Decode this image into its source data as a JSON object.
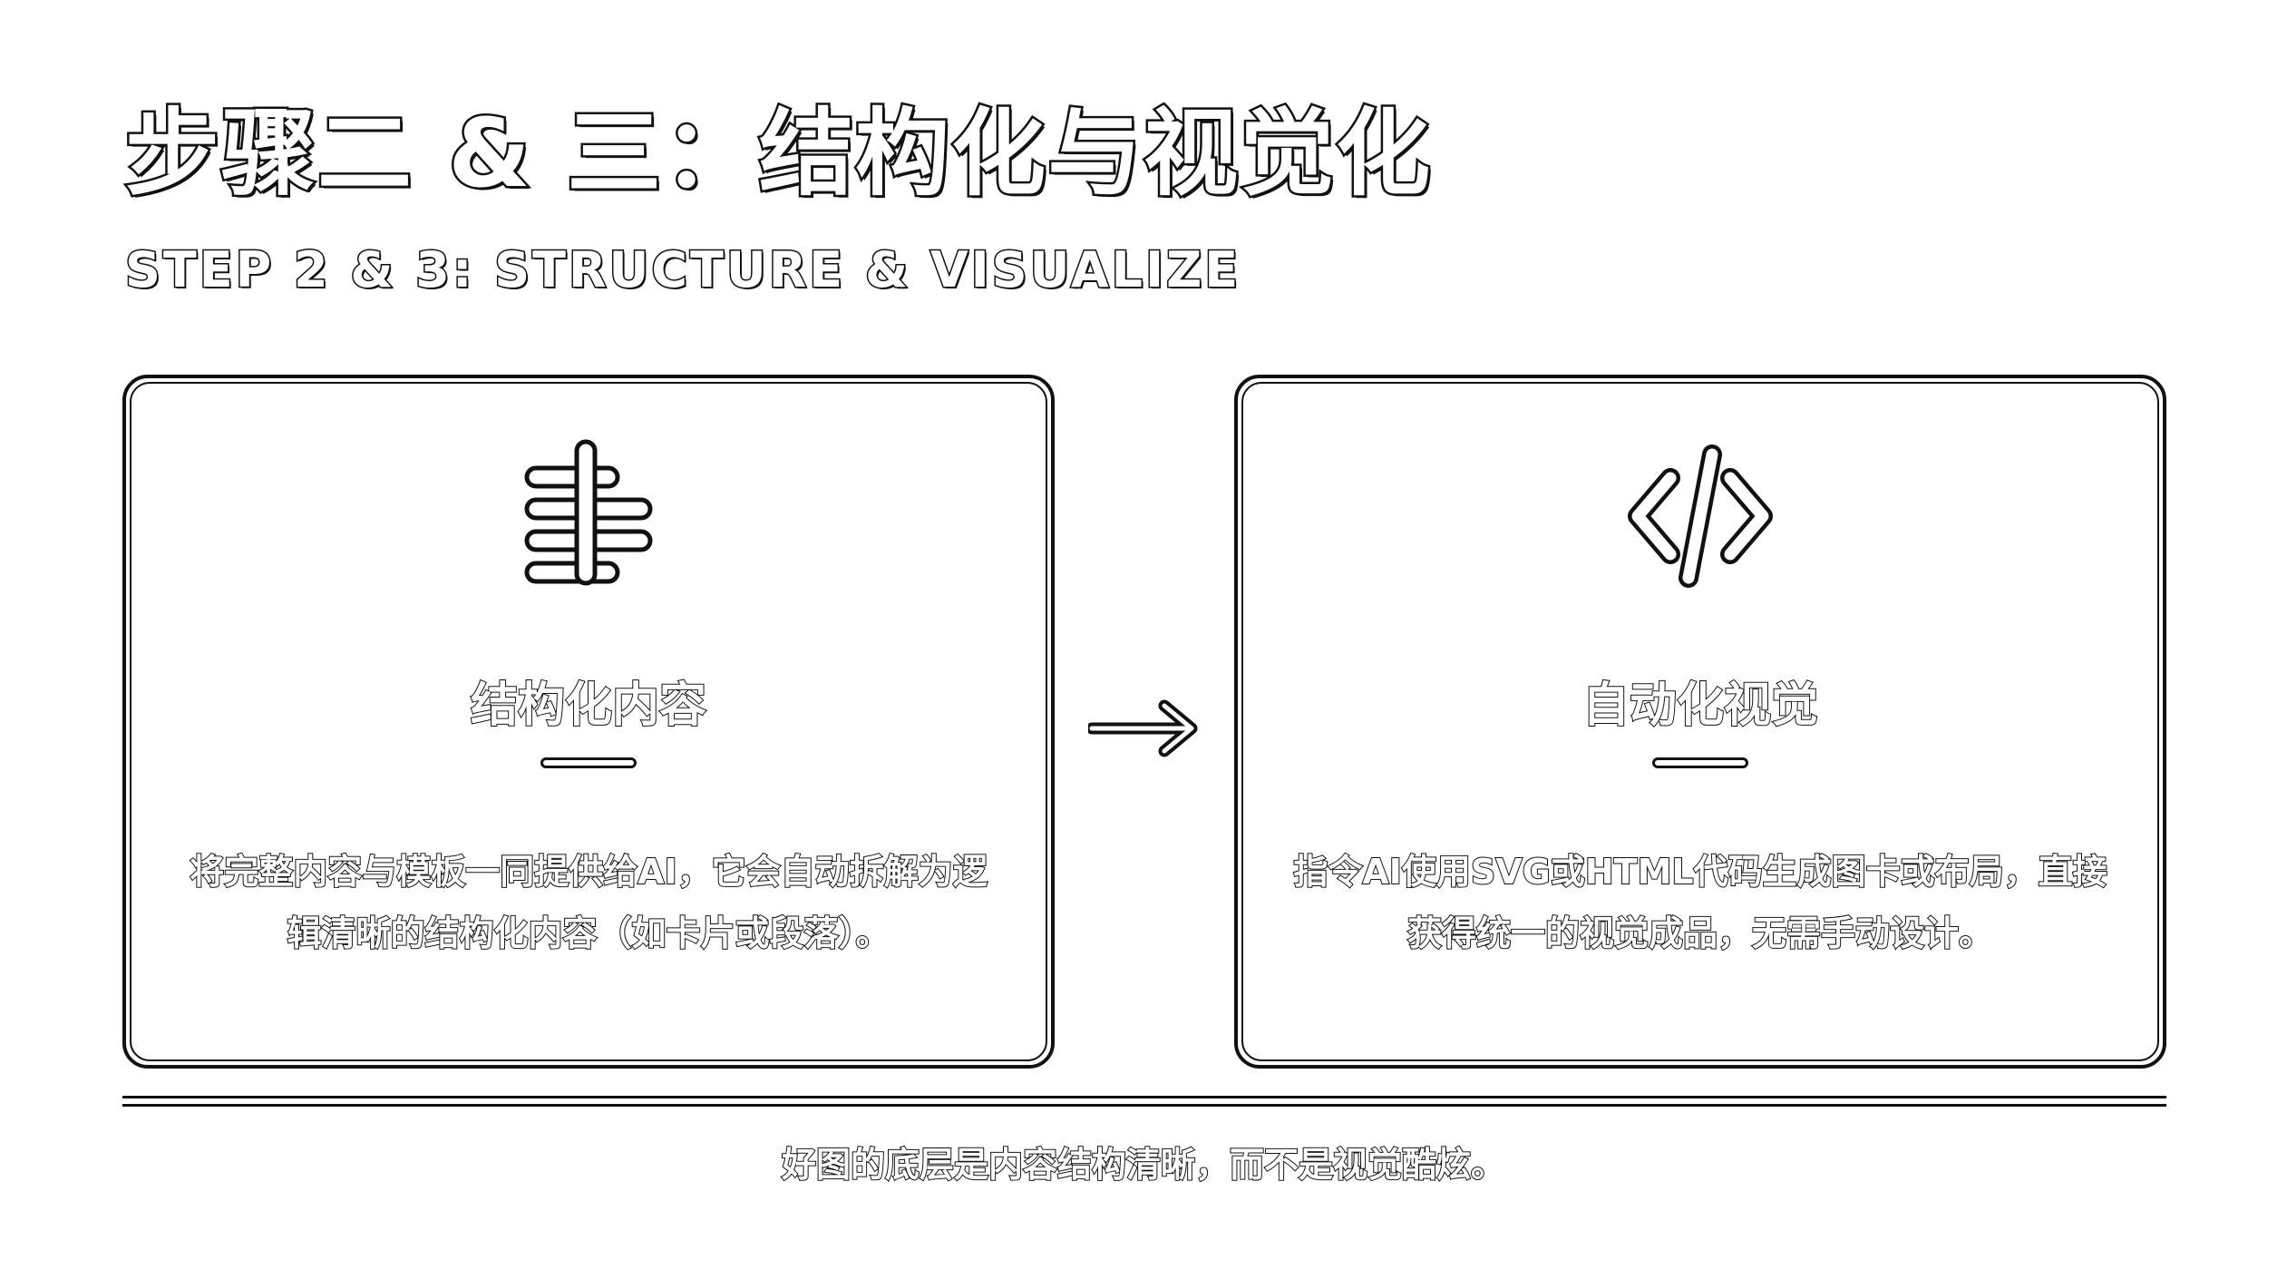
{
  "header": {
    "title": "步骤二 & 三：结构化与视觉化",
    "subtitle": "STEP 2 & 3: STRUCTURE & VISUALIZE"
  },
  "cards": [
    {
      "icon": "structure-lines-icon",
      "title": "结构化内容",
      "description": "将完整内容与模板一同提供给AI，它会自动拆解为逻辑清晰的结构化内容（如卡片或段落）。"
    },
    {
      "icon": "code-icon",
      "title": "自动化视觉",
      "description": "指令AI使用SVG或HTML代码生成图卡或布局，直接获得统一的视觉成品，无需手动设计。"
    }
  ],
  "flow": {
    "icon": "right-arrow-icon"
  },
  "footer": {
    "note": "好图的底层是内容结构清晰，而不是视觉酷炫。"
  },
  "colors": {
    "background": "#ffffff",
    "stroke": "#111111",
    "fill": "#ffffff"
  }
}
